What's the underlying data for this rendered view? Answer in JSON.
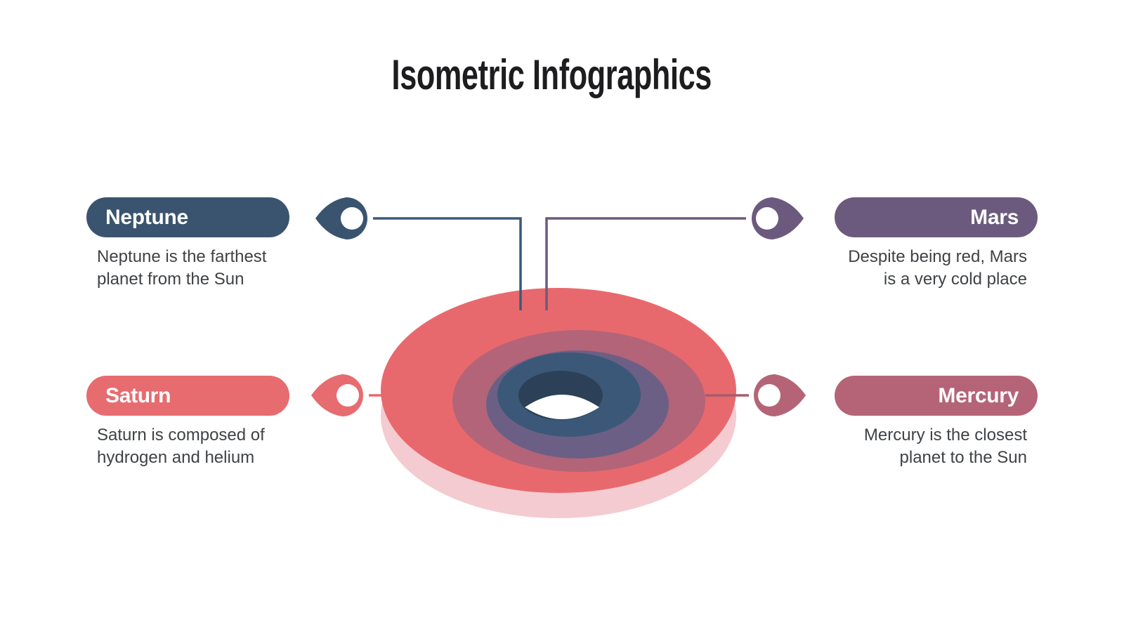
{
  "title": "Isometric Infographics",
  "title_color": "#1d1d1f",
  "background": "#ffffff",
  "description_text_color": "#3f4245",
  "items": [
    {
      "label": "Neptune",
      "description": "Neptune is the farthest\nplanet from the Sun",
      "pill_color": "#3a546f",
      "marker_color": "#3a546f",
      "line_color": "#3c5a78",
      "position": "top-left"
    },
    {
      "label": "Mars",
      "description": "Despite being red, Mars\nis a very cold place",
      "pill_color": "#6c5a7e",
      "marker_color": "#6c5a7e",
      "line_color": "#6c5a7d",
      "position": "top-right"
    },
    {
      "label": "Saturn",
      "description": "Saturn is composed of\nhydrogen and helium",
      "pill_color": "#e66c70",
      "marker_color": "#e66c70",
      "line_color": "#e8696d",
      "position": "bottom-left"
    },
    {
      "label": "Mercury",
      "description": "Mercury is the closest\nplanet to the Sun",
      "pill_color": "#b56477",
      "marker_color": "#b56477",
      "line_color": "#a85c6c",
      "position": "bottom-right"
    }
  ],
  "donut": {
    "style": "isometric concentric rings with depth hole",
    "rings": [
      {
        "name": "base-shadow",
        "color": "#f4cbd0"
      },
      {
        "name": "ring-outer-red",
        "color": "#e8696d"
      },
      {
        "name": "ring-rose",
        "color": "#b36478"
      },
      {
        "name": "ring-purple",
        "color": "#6c5f85"
      },
      {
        "name": "ring-steel-blue",
        "color": "#3b5878"
      },
      {
        "name": "ring-navy",
        "color": "#2c4157"
      },
      {
        "name": "hole",
        "color": "#ffffff"
      }
    ]
  }
}
